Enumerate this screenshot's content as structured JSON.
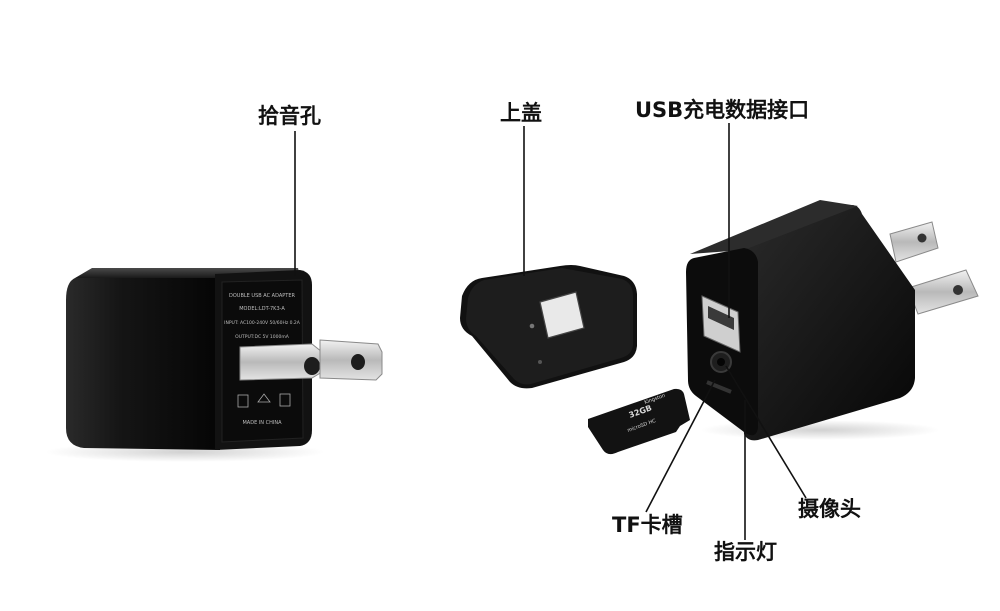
{
  "labels": {
    "microphone": "拾音孔",
    "top_cover": "上盖",
    "usb_port": "USB充电数据接口",
    "tf_slot": "TF卡槽",
    "indicator": "指示灯",
    "camera": "摄像头"
  },
  "adapter_print": {
    "line1": "DOUBLE USB AC ADAPTER",
    "line2": "MODEL:LDT-7K3-A",
    "line3": "INPUT: AC100-240V 50/60Hz 0.2A",
    "line4": "OUTPUT:DC 5V 1000mA",
    "made_in": "MADE IN CHINA"
  },
  "sd_card": {
    "brand": "Kingston",
    "capacity": "32GB",
    "type": "microSD HC"
  },
  "colors": {
    "background": "#ffffff",
    "device_body": "#0e0e0e",
    "label_text": "#111111",
    "leader_line": "#111111"
  }
}
